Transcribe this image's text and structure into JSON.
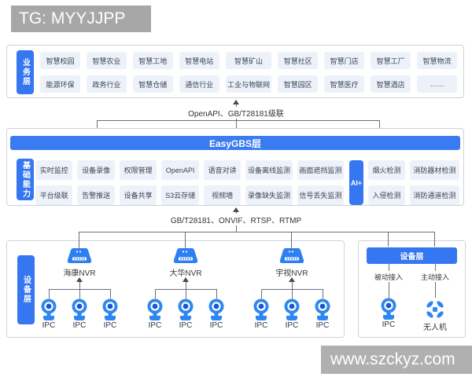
{
  "page": {
    "top_watermark": "TG: MYYJJPP",
    "bottom_watermark": "www.szckyz.com"
  },
  "business": {
    "layer_label": "业务层",
    "row1": [
      "智慧校园",
      "智慧农业",
      "智慧工地",
      "智慧电站",
      "智慧矿山",
      "智慧社区",
      "智慧门店",
      "智慧工厂",
      "智慧物流"
    ],
    "row2": [
      "能源环保",
      "政务行业",
      "智慧仓储",
      "通信行业",
      "工业与物联网",
      "智慧园区",
      "智慧医疗",
      "智慧酒店",
      "……"
    ]
  },
  "connector_top": {
    "label": "OpenAPI、GB/T28181级联"
  },
  "platform": {
    "title": "EasyGBS层",
    "layer_label": "基础能力",
    "row1": [
      "实时监控",
      "设备录像",
      "权限管理",
      "OpenAPI",
      "语音对讲",
      "设备离线监测",
      "画面遮挡监测"
    ],
    "row2": [
      "平台级联",
      "告警推送",
      "设备共享",
      "S3云存储",
      "视频墙",
      "录像缺失监测",
      "信号丢失监测"
    ],
    "ai_label": "AI+",
    "ai_row1": [
      "烟火检测",
      "消防器材检测"
    ],
    "ai_row2": [
      "入侵检测",
      "消防通道检测"
    ]
  },
  "connector_bottom": {
    "label": "GB/T28181、ONVIF、RTSP、RTMP"
  },
  "device": {
    "layer_label": "设备层",
    "groups": [
      {
        "name": "海康NVR",
        "cameras": [
          "IPC",
          "IPC",
          "IPC"
        ]
      },
      {
        "name": "大华NVR",
        "cameras": [
          "IPC",
          "IPC",
          "IPC"
        ]
      },
      {
        "name": "宇视NVR",
        "cameras": [
          "IPC",
          "IPC",
          "IPC"
        ]
      }
    ],
    "access": {
      "title": "设备层",
      "columns": [
        {
          "mode": "被动接入",
          "device": "IPC"
        },
        {
          "mode": "主动接入",
          "device": "无人机"
        }
      ]
    }
  },
  "colors": {
    "accent_blue": "#3577f0",
    "title_bar_blue": "#3b7bf2",
    "chip_bg": "#edf2fa",
    "watermark_gray": "#a7a7a7",
    "line_gray": "#6b6f76",
    "box_border": "#ccd2da"
  }
}
